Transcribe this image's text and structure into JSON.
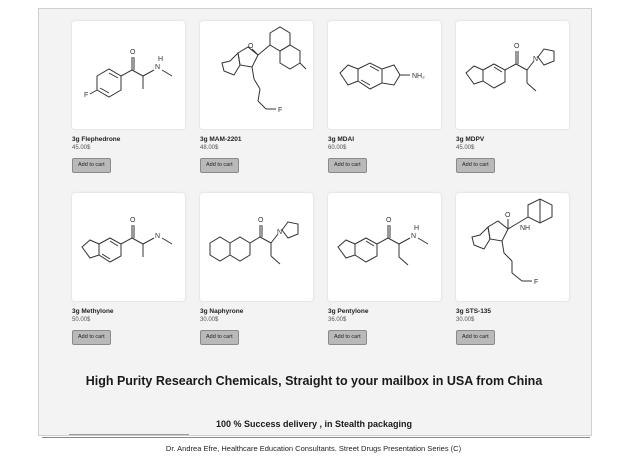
{
  "products": [
    {
      "name": "3g Flephedrone",
      "price": "45.00$",
      "button": "Add to cart",
      "icon": "flephedrone-structure-icon"
    },
    {
      "name": "3g MAM-2201",
      "price": "48.00$",
      "button": "Add to cart",
      "icon": "mam2201-structure-icon"
    },
    {
      "name": "3g MDAI",
      "price": "60.00$",
      "button": "Add to cart",
      "icon": "mdai-structure-icon"
    },
    {
      "name": "3g MDPV",
      "price": "45.00$",
      "button": "Add to cart",
      "icon": "mdpv-structure-icon"
    },
    {
      "name": "3g Methylone",
      "price": "50.00$",
      "button": "Add to cart",
      "icon": "methylone-structure-icon"
    },
    {
      "name": "3g Naphyrone",
      "price": "30.00$",
      "button": "Add to cart",
      "icon": "naphyrone-structure-icon"
    },
    {
      "name": "3g Pentylone",
      "price": "36.00$",
      "button": "Add to cart",
      "icon": "pentylone-structure-icon"
    },
    {
      "name": "3g STS-135",
      "price": "30.00$",
      "button": "Add to cart",
      "icon": "sts135-structure-icon"
    }
  ],
  "labels": {
    "f": "F",
    "nh": "H",
    "n": "N",
    "o": "O",
    "nh2": "NH₂",
    "nh_sts": "NH"
  },
  "headline": "High Purity Research Chemicals, Straight to your mailbox in USA from China",
  "subline": "100 % Success delivery , in Stealth packaging",
  "footer": "Dr. Andrea Efre, Healthcare Education Consultants. Street Drugs Presentation Series (C)"
}
